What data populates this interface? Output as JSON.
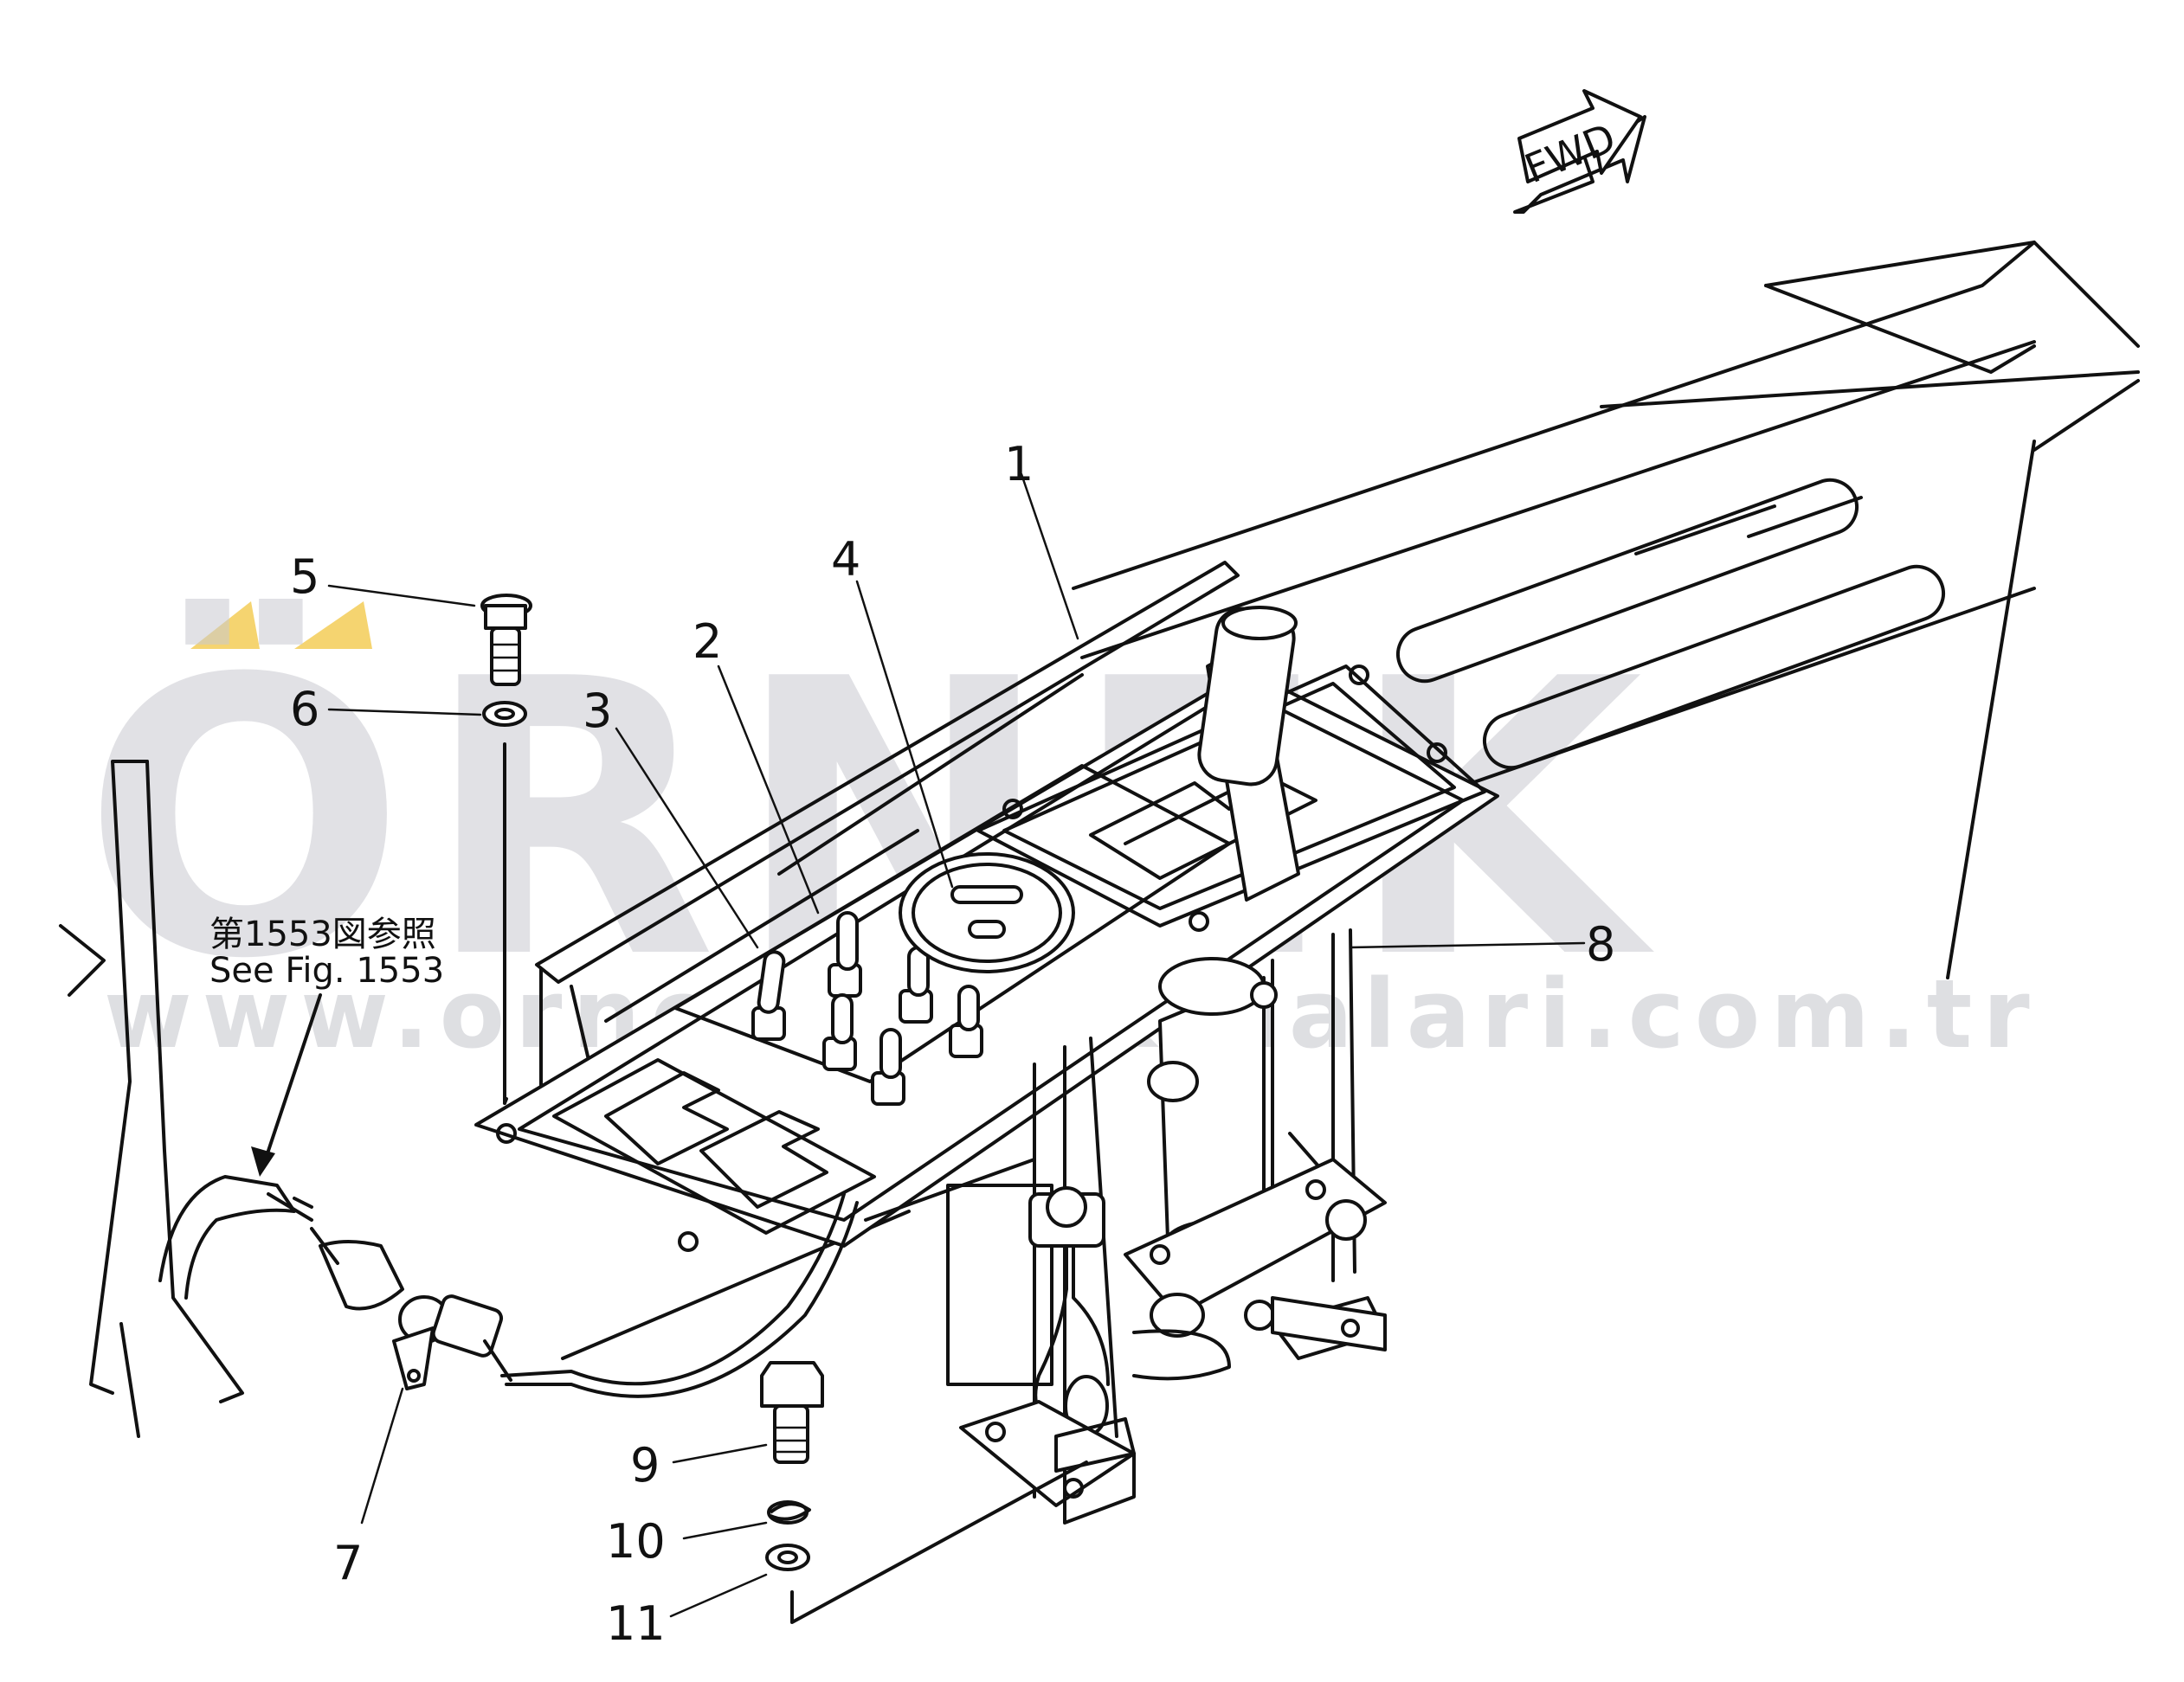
{
  "watermark": {
    "brand": "ÖRNEK",
    "url": "www.ornekismakinalari.com.tr",
    "accent_color": "#f2c94c",
    "gray_color": "#c9cad0"
  },
  "direction_arrow": {
    "label": "FWD"
  },
  "reference_note": {
    "japanese": "第1553図参照",
    "english": "See Fig. 1553"
  },
  "callouts": [
    "1",
    "2",
    "3",
    "4",
    "5",
    "6",
    "7",
    "8",
    "9",
    "10",
    "11"
  ]
}
